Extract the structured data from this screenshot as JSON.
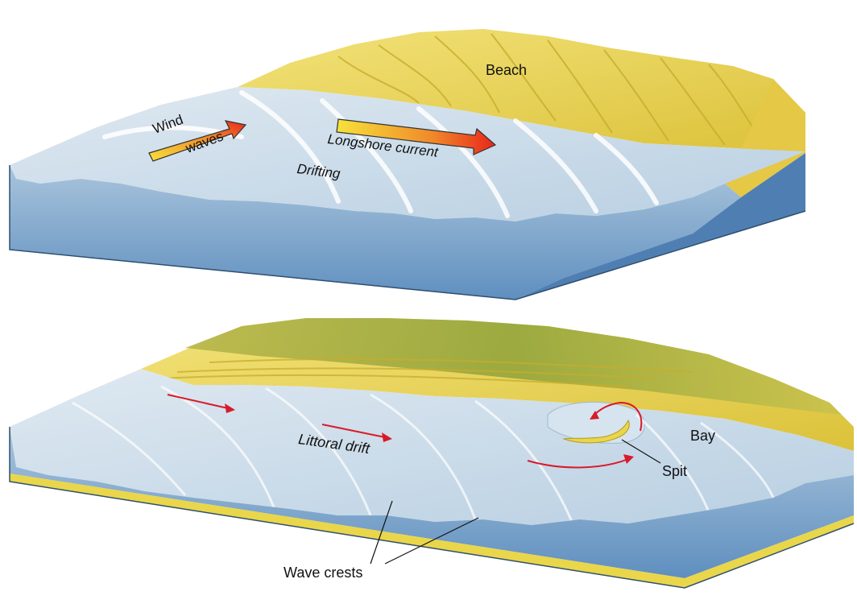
{
  "top_panel": {
    "beach_label": "Beach",
    "wind_label": "Wind",
    "waves_label": "waves",
    "longshore_label": "Longshore current",
    "drifting_label": "Drifting"
  },
  "bottom_panel": {
    "littoral_label": "Littoral drift",
    "bay_label": "Bay",
    "spit_label": "Spit",
    "wave_crests_label": "Wave crests"
  },
  "colors": {
    "water_top": "#c9d9e6",
    "water_side": "#5f8fbf",
    "sand": "#e9d64a",
    "sand_dark": "#c8b02a",
    "vegetation": "#9aa93a",
    "arrow_start": "#f7e23a",
    "arrow_end": "#e8261b",
    "drift_arrow": "#d91a2a"
  }
}
